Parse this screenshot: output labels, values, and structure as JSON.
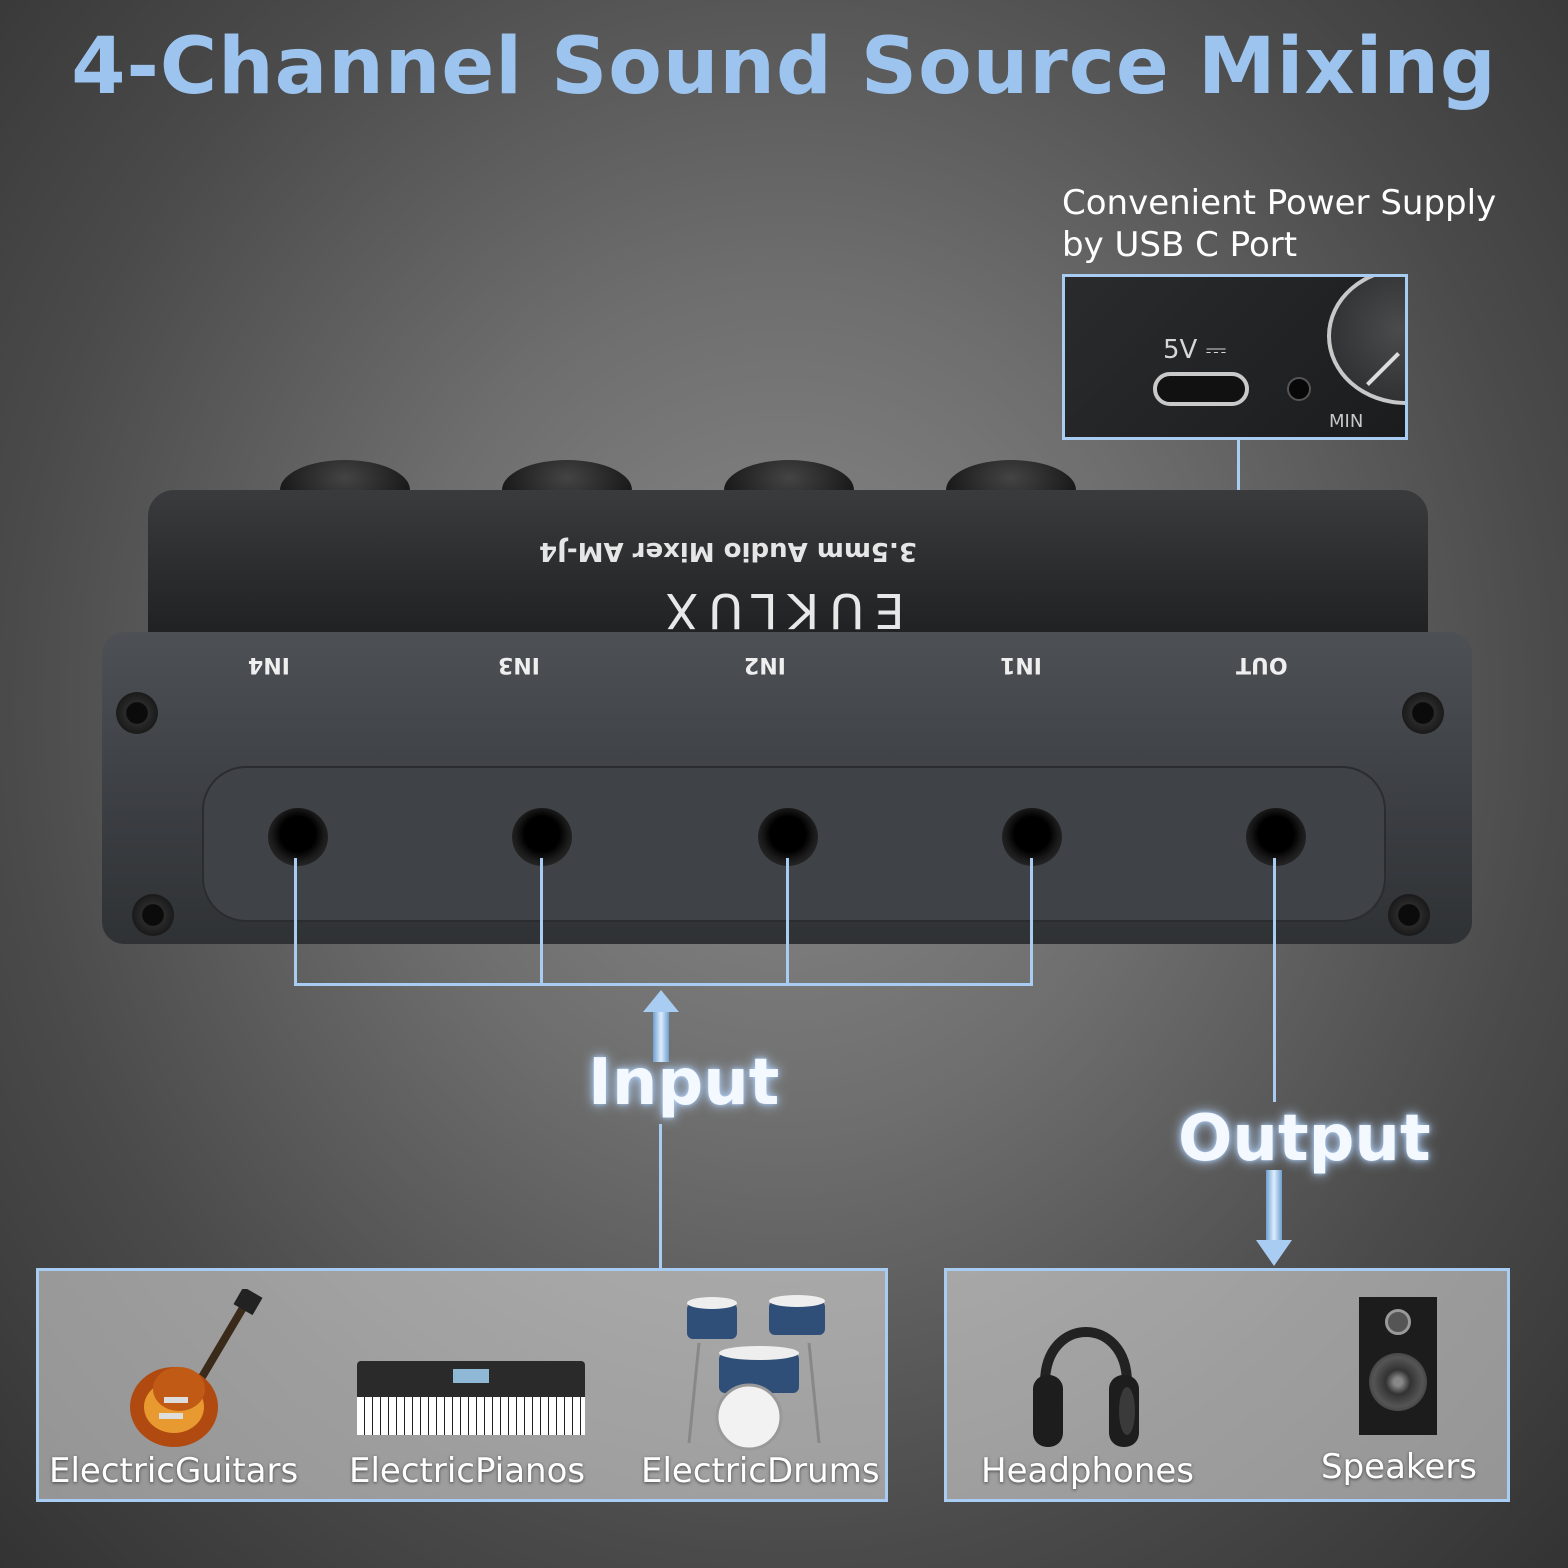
{
  "title": "4-Channel Sound Source Mixing",
  "power": {
    "caption_line1": "Convenient Power Supply",
    "caption_line2": "by USB C Port",
    "voltage_label": "5V ⎓",
    "knob_label": "MIN"
  },
  "device": {
    "model": "3.5mm Audio Mixer AM-J4",
    "brand": "EUKLUX",
    "port_labels": [
      "IN4",
      "IN3",
      "IN2",
      "IN1",
      "OUT"
    ]
  },
  "labels": {
    "input": "Input",
    "output": "Output"
  },
  "input_devices": [
    "ElectricGuitars",
    "ElectricPianos",
    "ElectricDrums"
  ],
  "output_devices": [
    "Headphones",
    "Speakers"
  ],
  "colors": {
    "accent": "#a9cdf2",
    "title": "#9cc4ee"
  }
}
